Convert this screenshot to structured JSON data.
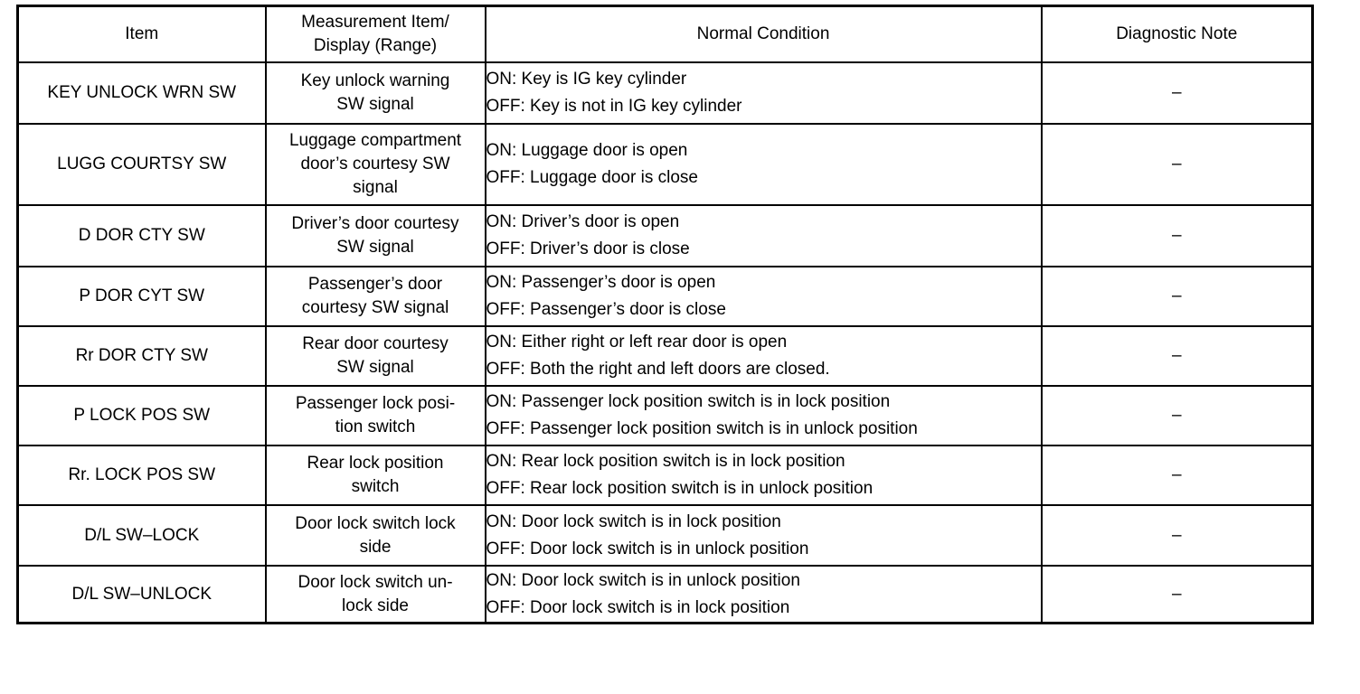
{
  "table": {
    "headers": [
      "Item",
      "Measurement Item/\nDisplay (Range)",
      "Normal Condition",
      "Diagnostic Note"
    ],
    "header_lines": {
      "col0": [
        "Item"
      ],
      "col1": [
        "Measurement Item/",
        "Display (Range)"
      ],
      "col2": [
        "Normal Condition"
      ],
      "col3": [
        "Diagnostic Note"
      ]
    },
    "rows": [
      {
        "item": "KEY UNLOCK WRN SW",
        "measurement_lines": [
          "Key unlock warning",
          "SW signal"
        ],
        "condition_lines": [
          "ON: Key is IG key cylinder",
          "OFF: Key is not in IG key cylinder"
        ],
        "note": "–"
      },
      {
        "item": "LUGG COURTSY SW",
        "measurement_lines": [
          "Luggage compartment",
          "door’s courtesy SW",
          "signal"
        ],
        "condition_lines": [
          "ON: Luggage door is open",
          "OFF: Luggage door is close"
        ],
        "note": "–"
      },
      {
        "item": "D DOR CTY SW",
        "measurement_lines": [
          "Driver’s door courtesy",
          "SW signal"
        ],
        "condition_lines": [
          "ON: Driver’s door is open",
          "OFF: Driver’s door is close"
        ],
        "note": "–"
      },
      {
        "item": "P DOR CYT SW",
        "measurement_lines": [
          "Passenger’s door",
          "courtesy SW signal"
        ],
        "condition_lines": [
          "ON: Passenger’s door is open",
          "OFF: Passenger’s door is close"
        ],
        "note": "–"
      },
      {
        "item": "Rr DOR CTY SW",
        "measurement_lines": [
          "Rear door courtesy",
          "SW signal"
        ],
        "condition_lines": [
          "ON: Either right or left rear door is open",
          "OFF: Both the right and left doors are closed."
        ],
        "note": "–"
      },
      {
        "item": "P LOCK POS SW",
        "measurement_lines": [
          "Passenger lock posi-",
          "tion switch"
        ],
        "condition_lines": [
          "ON: Passenger lock position switch is in lock position",
          "OFF: Passenger lock position switch is in unlock position"
        ],
        "note": "–"
      },
      {
        "item": "Rr. LOCK POS SW",
        "measurement_lines": [
          "Rear lock position",
          "switch"
        ],
        "condition_lines": [
          "ON: Rear lock position switch is in lock position",
          "OFF: Rear lock position switch is in unlock position"
        ],
        "note": "–"
      },
      {
        "item": "D/L SW–LOCK",
        "measurement_lines": [
          "Door lock switch lock",
          "side"
        ],
        "condition_lines": [
          "ON: Door lock switch is in lock position",
          "OFF: Door lock switch is in unlock position"
        ],
        "note": "–"
      },
      {
        "item": "D/L SW–UNLOCK",
        "measurement_lines": [
          "Door lock switch un-",
          "lock side"
        ],
        "condition_lines": [
          "ON: Door lock switch is in unlock position",
          "OFF: Door lock switch is in lock position"
        ],
        "note": "–"
      }
    ]
  },
  "colors": {
    "border": "#000000",
    "text": "#000000",
    "background": "#ffffff"
  }
}
